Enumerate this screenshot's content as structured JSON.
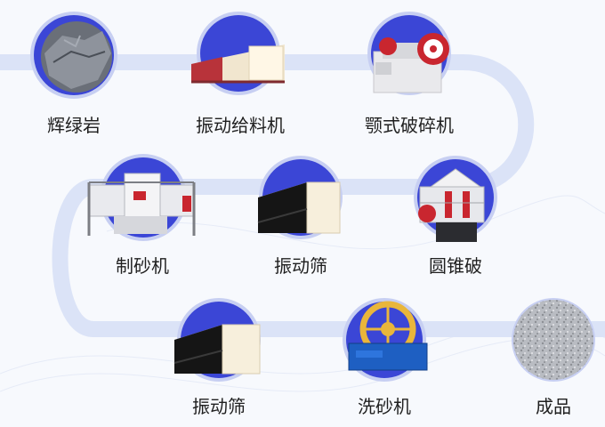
{
  "colors": {
    "background": "#f7f9fd",
    "path": "#dbe3f7",
    "circle": "#3b46d6",
    "circle_shadow": "#c7cff2",
    "label_text": "#1f1f1f"
  },
  "flow": [
    {
      "id": "stone",
      "label": "辉绿岩",
      "icon": "rock-pile-icon"
    },
    {
      "id": "feeder",
      "label": "振动给料机",
      "icon": "vibrating-feeder-icon"
    },
    {
      "id": "jaw",
      "label": "颚式破碎机",
      "icon": "jaw-crusher-icon"
    },
    {
      "id": "cone",
      "label": "圆锥破",
      "icon": "cone-crusher-icon"
    },
    {
      "id": "screen1",
      "label": "振动筛",
      "icon": "vibrating-screen-icon"
    },
    {
      "id": "sandmaker",
      "label": "制砂机",
      "icon": "sand-making-machine-icon"
    },
    {
      "id": "screen2",
      "label": "振动筛",
      "icon": "vibrating-screen-icon"
    },
    {
      "id": "washer",
      "label": "洗砂机",
      "icon": "sand-washer-icon"
    },
    {
      "id": "product",
      "label": "成品",
      "icon": "gravel-product-icon"
    }
  ]
}
